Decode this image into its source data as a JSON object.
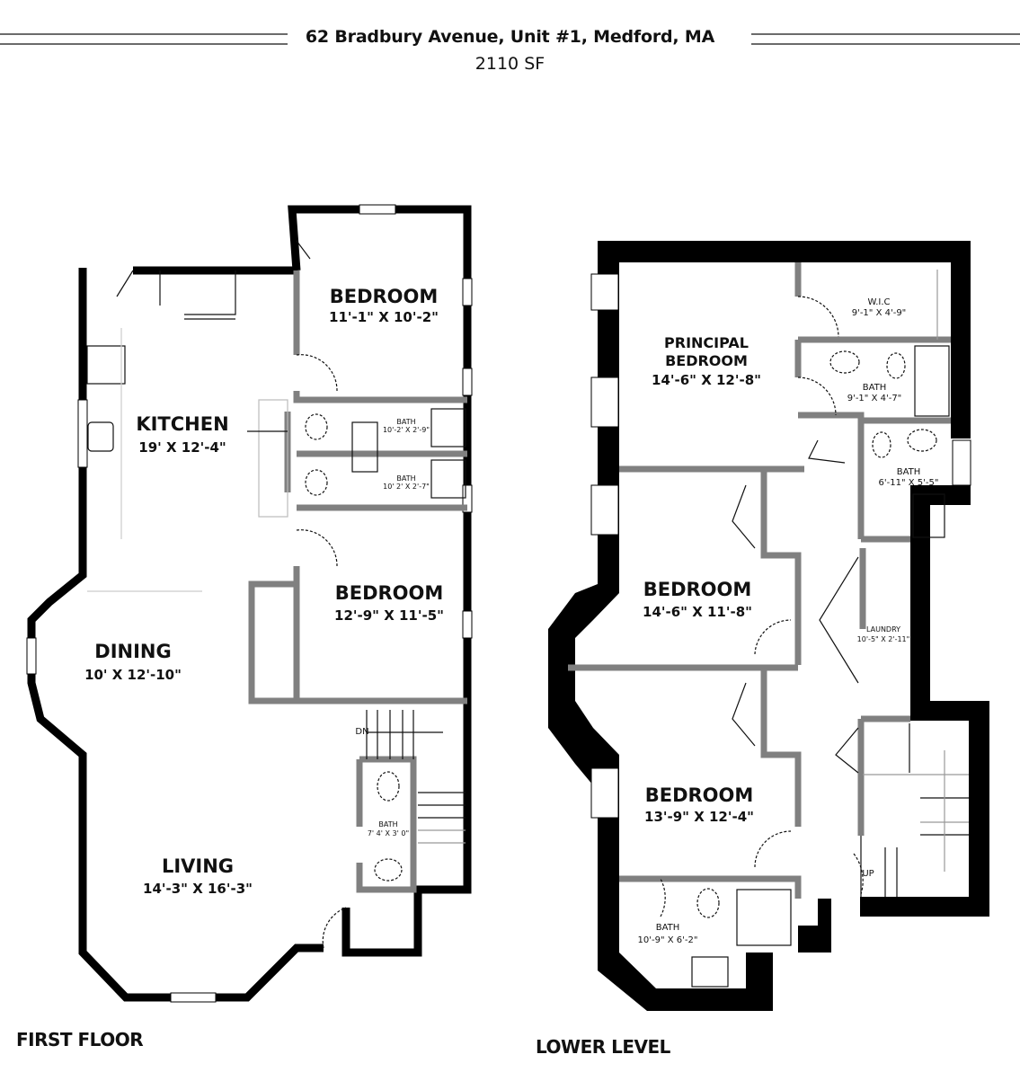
{
  "header": {
    "address": "62 Bradbury Avenue, Unit #1, Medford, MA",
    "area": "2110 SF"
  },
  "first_floor": {
    "label": "FIRST FLOOR",
    "rooms": {
      "bedroom_top": {
        "name": "BEDROOM",
        "dims": "11'-1\" X 10'-2\""
      },
      "kitchen": {
        "name": "KITCHEN",
        "dims": "19' X 12'-4\""
      },
      "bath_upper": {
        "name": "BATH",
        "dims": "10'-2' X 2'-9\""
      },
      "bath_lower": {
        "name": "BATH",
        "dims": "10' 2' X 2'-7\""
      },
      "bedroom_mid": {
        "name": "BEDROOM",
        "dims": "12'-9\" X 11'-5\""
      },
      "dining": {
        "name": "DINING",
        "dims": "10' X 12'-10\""
      },
      "bath_half": {
        "name": "BATH",
        "dims": "7' 4' X 3' 0\""
      },
      "living": {
        "name": "LIVING",
        "dims": "14'-3\" X 16'-3\""
      }
    },
    "stairs_label": "DN"
  },
  "lower_level": {
    "label": "LOWER LEVEL",
    "rooms": {
      "principal_bedroom": {
        "name_line1": "PRINCIPAL",
        "name_line2": "BEDROOM",
        "dims": "14'-6\" X 12'-8\""
      },
      "wic": {
        "name": "W.I.C",
        "dims": "9'-1\" X 4'-9\""
      },
      "bath_principal": {
        "name": "BATH",
        "dims": "9'-1\" X 4'-7\""
      },
      "bath_hall": {
        "name": "BATH",
        "dims": "6'-11\" X 5'-5\""
      },
      "bedroom_2": {
        "name": "BEDROOM",
        "dims": "14'-6\" X 11'-8\""
      },
      "laundry": {
        "name": "LAUNDRY",
        "dims": "10'-5\" X 2'-11\""
      },
      "bedroom_3": {
        "name": "BEDROOM",
        "dims": "13'-9\" X 12'-4\""
      },
      "bath_lower": {
        "name": "BATH",
        "dims": "10'-9\" X 6'-2\""
      }
    },
    "stairs_label": "UP"
  },
  "colors": {
    "exterior_wall": "#000000",
    "interior_wall": "#808080",
    "fixture_line": "#111111",
    "rule": "#6b6b6b"
  }
}
